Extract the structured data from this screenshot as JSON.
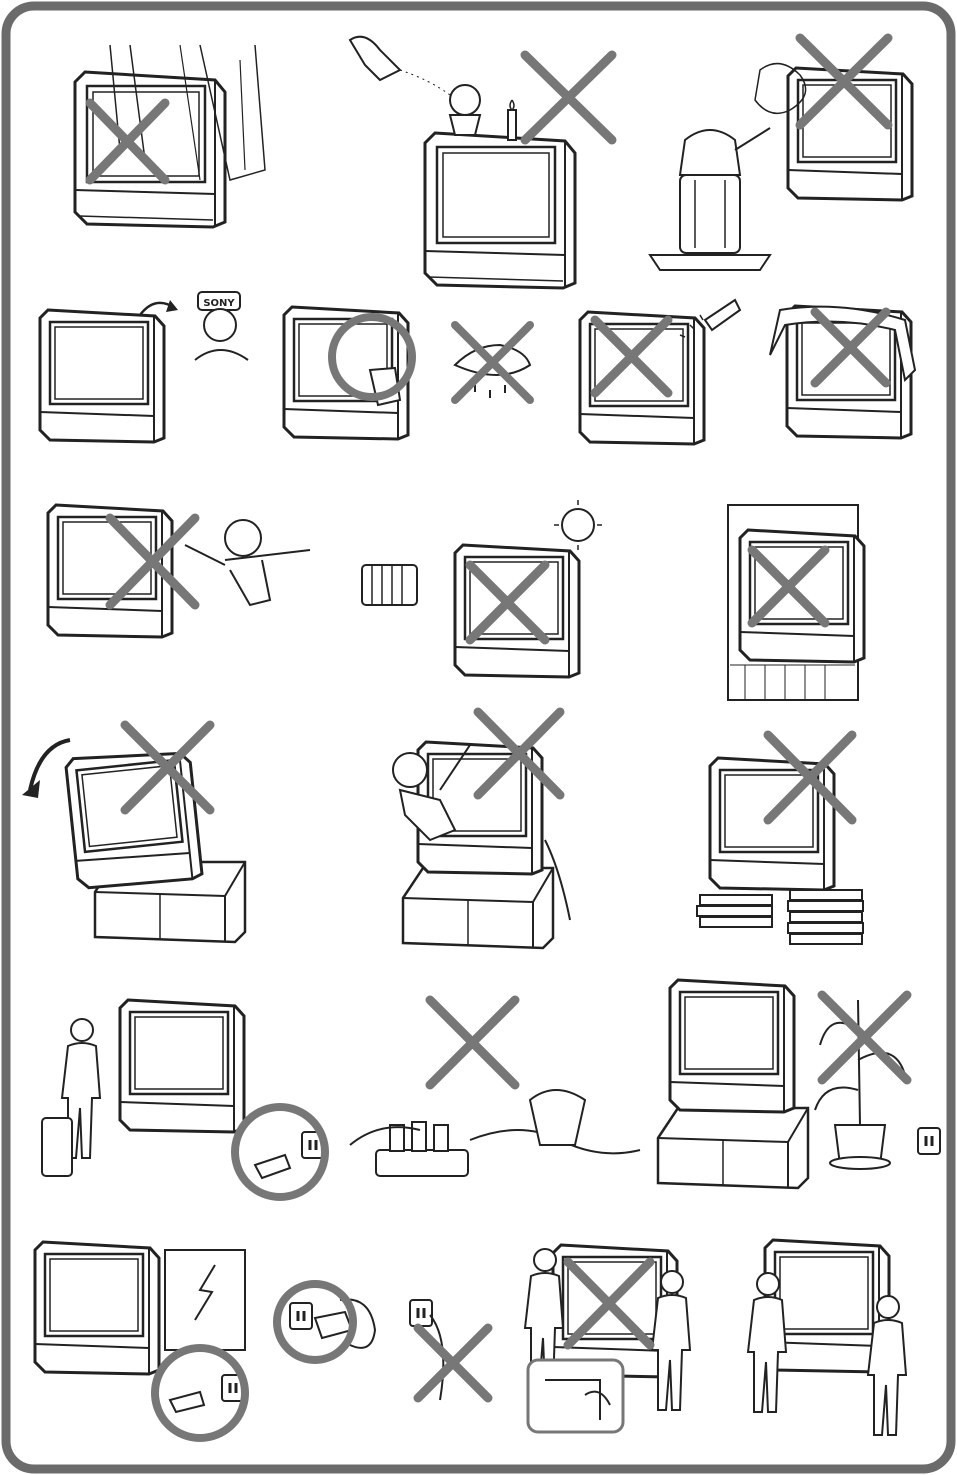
{
  "page": {
    "description_text": "",
    "frame_color": "#6b6b6b",
    "line_color": "#222222",
    "mark_color": "#777777"
  },
  "marks": {
    "prohibited": "cross",
    "recommended": "circle"
  },
  "illustrations": [
    {
      "id": "tv-near-curtain",
      "row": 1,
      "col": 1,
      "mark": "cross"
    },
    {
      "id": "tv-with-watering-plant-and-candle",
      "row": 1,
      "col": 2,
      "mark": "cross"
    },
    {
      "id": "tv-near-humidifier-steam",
      "row": 1,
      "col": 3,
      "mark": "cross"
    },
    {
      "id": "tv-call-service",
      "row": 2,
      "col": 1,
      "mark": "none",
      "badge_text": "SONY"
    },
    {
      "id": "tv-wipe-cabinet",
      "row": 2,
      "col": 2,
      "mark": "circle"
    },
    {
      "id": "wet-cloth",
      "row": 2,
      "col": 3,
      "mark": "cross"
    },
    {
      "id": "tv-spray-cleaner",
      "row": 2,
      "col": 4,
      "mark": "cross"
    },
    {
      "id": "tv-covered-cloth",
      "row": 2,
      "col": 5,
      "mark": "cross"
    },
    {
      "id": "tv-child-poking",
      "row": 3,
      "col": 1,
      "mark": "cross"
    },
    {
      "id": "tv-heater-and-sun",
      "row": 3,
      "col": 2,
      "mark": "cross"
    },
    {
      "id": "tv-in-enclosed-shelf",
      "row": 3,
      "col": 3,
      "mark": "cross"
    },
    {
      "id": "tv-tilting-on-stand",
      "row": 4,
      "col": 1,
      "mark": "cross"
    },
    {
      "id": "tv-child-climbing",
      "row": 4,
      "col": 2,
      "mark": "cross"
    },
    {
      "id": "tv-on-books",
      "row": 4,
      "col": 3,
      "mark": "cross"
    },
    {
      "id": "tv-unplug-when-away",
      "row": 5,
      "col": 1,
      "mark": "circle"
    },
    {
      "id": "overloaded-outlets",
      "row": 5,
      "col": 2,
      "mark": "cross"
    },
    {
      "id": "tv-plant-on-cabinet",
      "row": 5,
      "col": 3,
      "mark": "cross"
    },
    {
      "id": "tv-unplug-lightning",
      "row": 6,
      "col": 1,
      "mark": "circle"
    },
    {
      "id": "pull-plug-properly",
      "row": 6,
      "col": 2,
      "mark": "circle"
    },
    {
      "id": "pull-cord",
      "row": 6,
      "col": 3,
      "mark": "cross"
    },
    {
      "id": "carry-tv-wrong",
      "row": 6,
      "col": 4,
      "mark": "cross"
    },
    {
      "id": "carry-tv-right",
      "row": 6,
      "col": 5,
      "mark": "none"
    }
  ]
}
